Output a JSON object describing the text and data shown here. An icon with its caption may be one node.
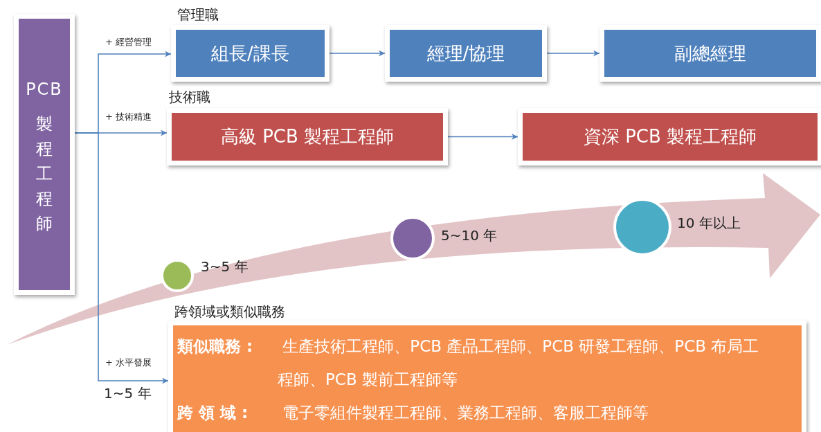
{
  "diagram": {
    "nodes": [
      {
        "text": [
          "PCB",
          "製程工程師"
        ]
      },
      {
        "text": [
          "管理職",
          "組長/課長"
        ]
      },
      {
        "text": [
          "經理/協理"
        ]
      },
      {
        "text": [
          "副總經理"
        ]
      },
      {
        "text": [
          "技術職",
          "高級 PCB 製程工程師"
        ]
      },
      {
        "text": [
          "資深 PCB 製程工程師"
        ]
      },
      {
        "text": [],
        "shape": "circle",
        "beside": [
          "3~5 年"
        ]
      },
      {
        "text": [],
        "shape": "circle",
        "beside": [
          "5~10 年"
        ]
      },
      {
        "text": [],
        "shape": "circle",
        "beside": [
          "10 年以上"
        ]
      },
      {
        "text": [
          "跨領域或類似職務",
          "**類似職務 :** 生產技術工程師、PCB 產品工程師、PCB 研發工程師、PCB 布局工程師、PCB 製前工程師等",
          "**跨 領 域 :** 電子零組件製程工程師、業務工程師、客服工程師等"
        ]
      }
    ],
    "edges": [
      {
        "from": 0,
        "to": 1,
        "arrow": "to",
        "label": "+ 經營管理"
      },
      {
        "from": 0,
        "to": 4,
        "arrow": "to",
        "label": "+ 技術精進"
      },
      {
        "from": 0,
        "to": 9,
        "arrow": "to",
        "label": "+ 水平發展"
      },
      {
        "from": 1,
        "to": 2,
        "arrow": "to"
      },
      {
        "from": 2,
        "to": 3,
        "arrow": "to"
      },
      {
        "from": 4,
        "to": 5,
        "arrow": "to"
      }
    ],
    "labels": [
      "1~5 年"
    ]
  }
}
